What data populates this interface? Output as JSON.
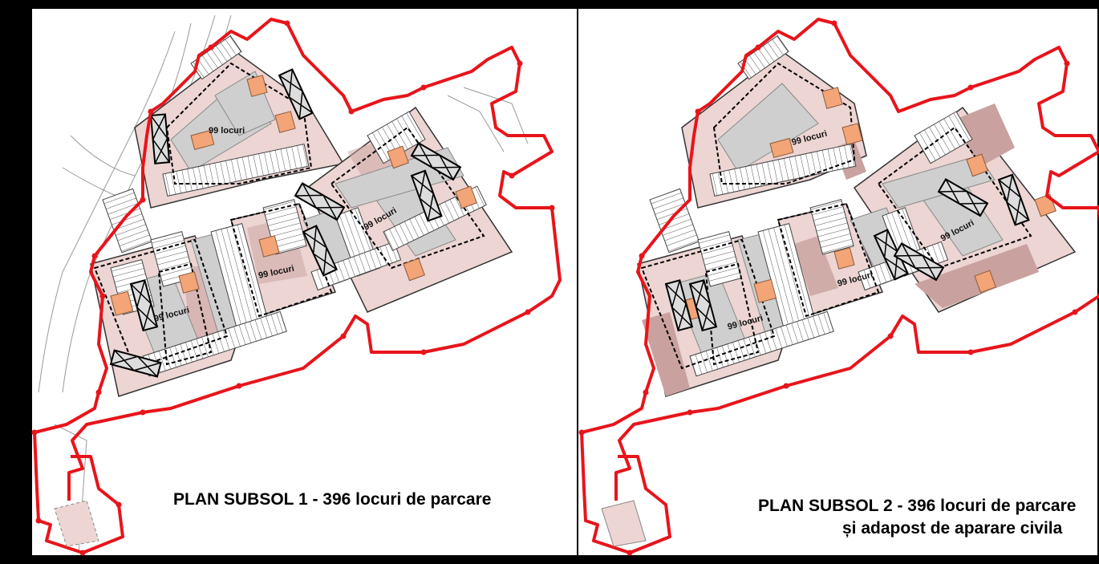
{
  "plans": [
    {
      "caption_lines": [
        "PLAN SUBSOL 1 - 396 locuri de parcare"
      ],
      "zone_labels": [
        "99 locuri",
        "99 locuri",
        "99 locuri",
        "99 locuri"
      ]
    },
    {
      "caption_lines": [
        "PLAN SUBSOL 2 - 396 locuri de parcare",
        "și adapost de aparare civila"
      ],
      "zone_labels": [
        "99 locuri",
        "99 locuri",
        "99 locuri",
        "99 locuri"
      ]
    }
  ],
  "colors": {
    "site_boundary": "#e8141b",
    "zone_fill": "#ecd5d3",
    "zone_fill_dark": "#c9a19e",
    "core_fill": "#f3a577",
    "ramp_fill": "#cfcfcf"
  }
}
